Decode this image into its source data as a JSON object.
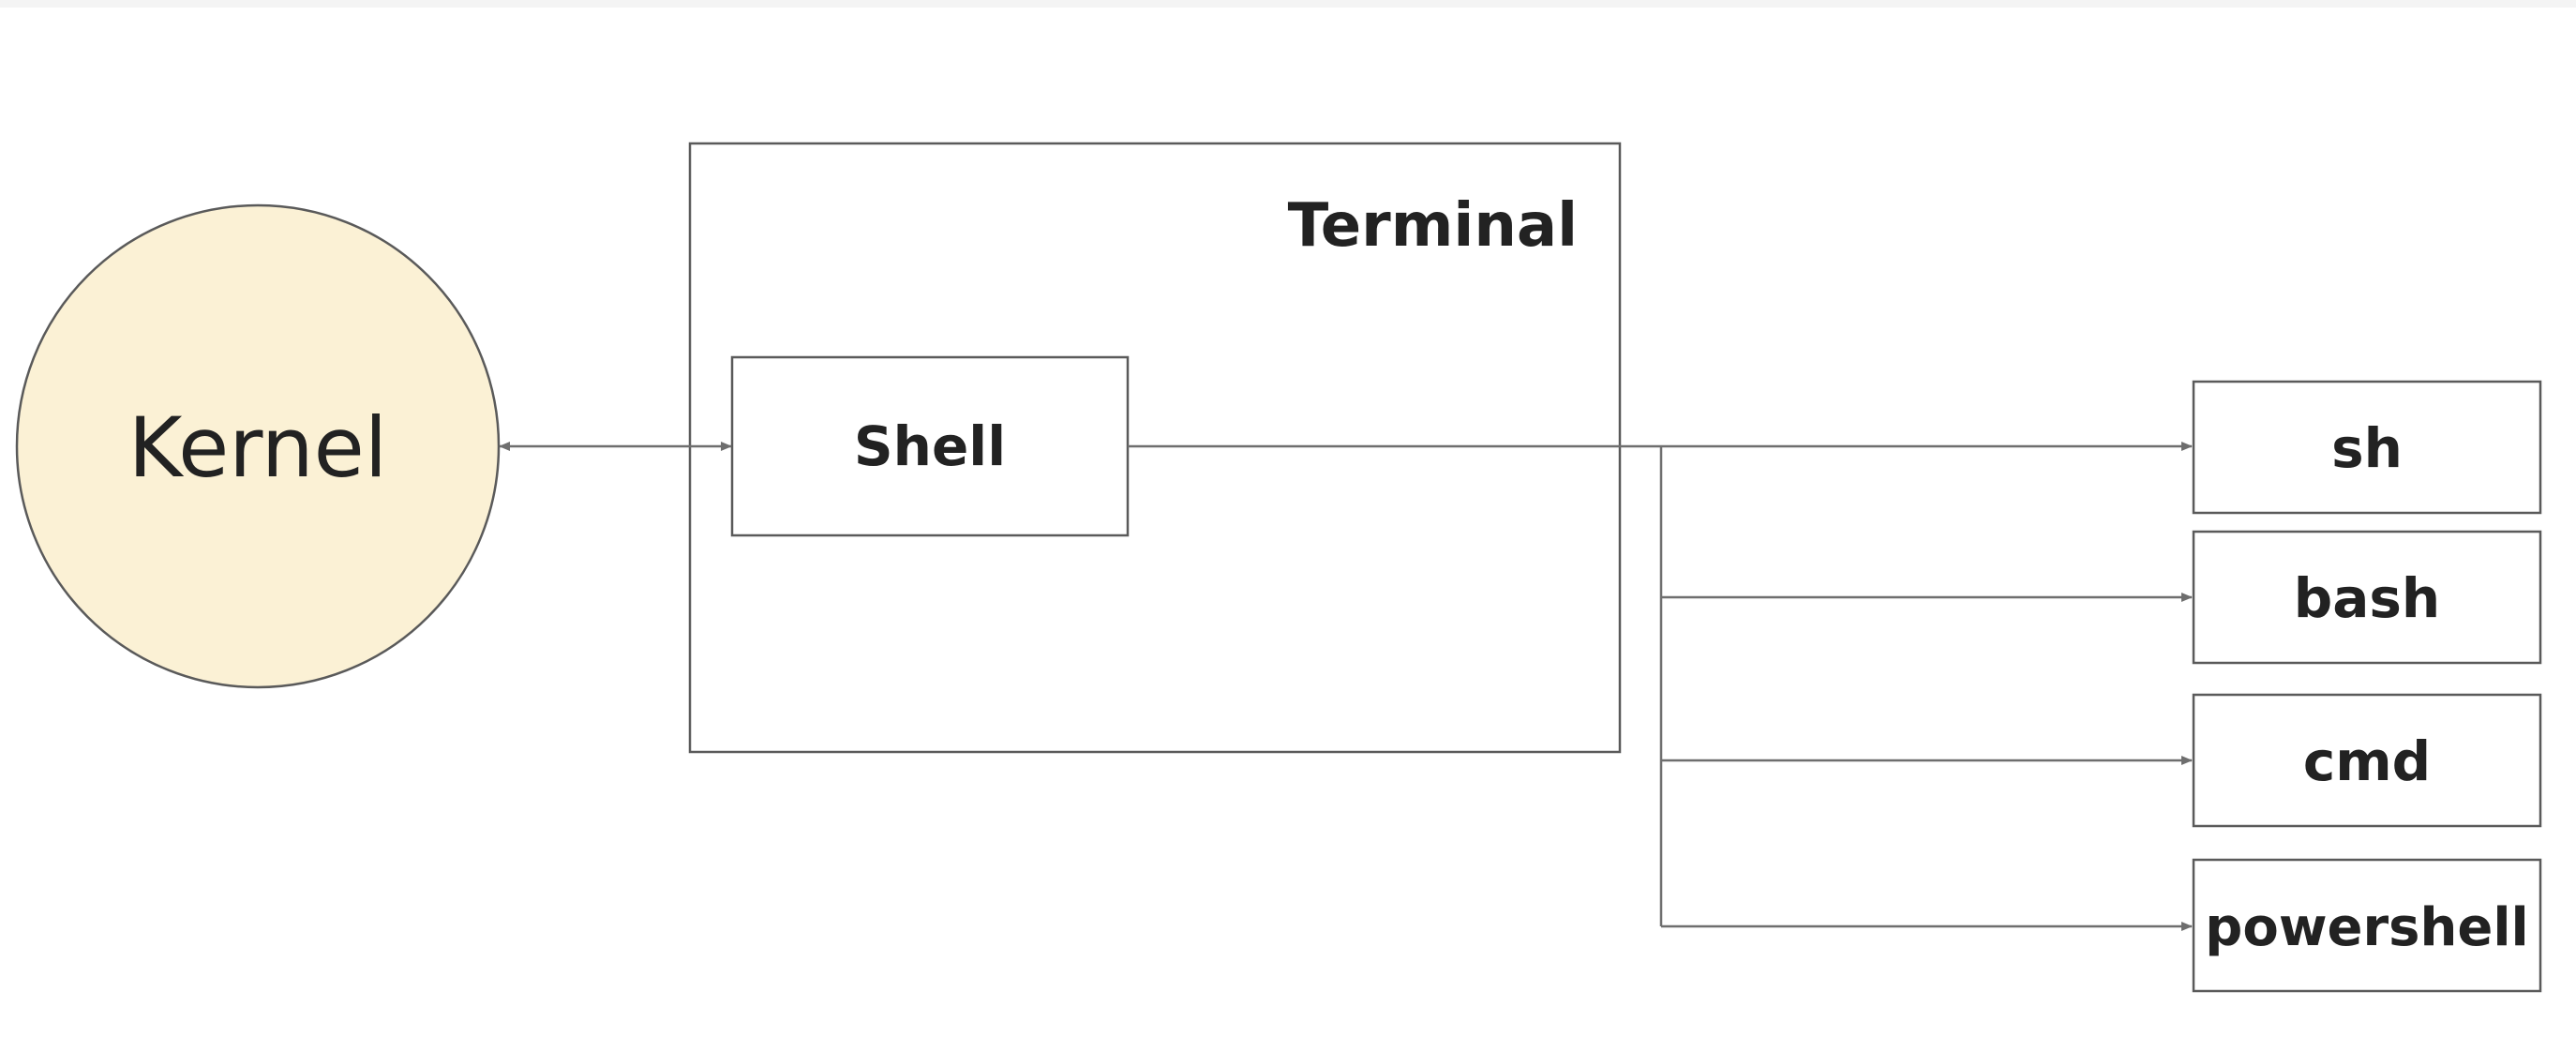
{
  "kernel": {
    "label": "Kernel",
    "fill": "#fbf1d5"
  },
  "terminal": {
    "label": "Terminal"
  },
  "shell": {
    "label": "Shell"
  },
  "shells": [
    {
      "label": "sh"
    },
    {
      "label": "bash"
    },
    {
      "label": "cmd"
    },
    {
      "label": "powershell"
    }
  ],
  "colors": {
    "stroke": "#5a5a5a",
    "text": "#222222",
    "line": "#6e6e6e"
  }
}
